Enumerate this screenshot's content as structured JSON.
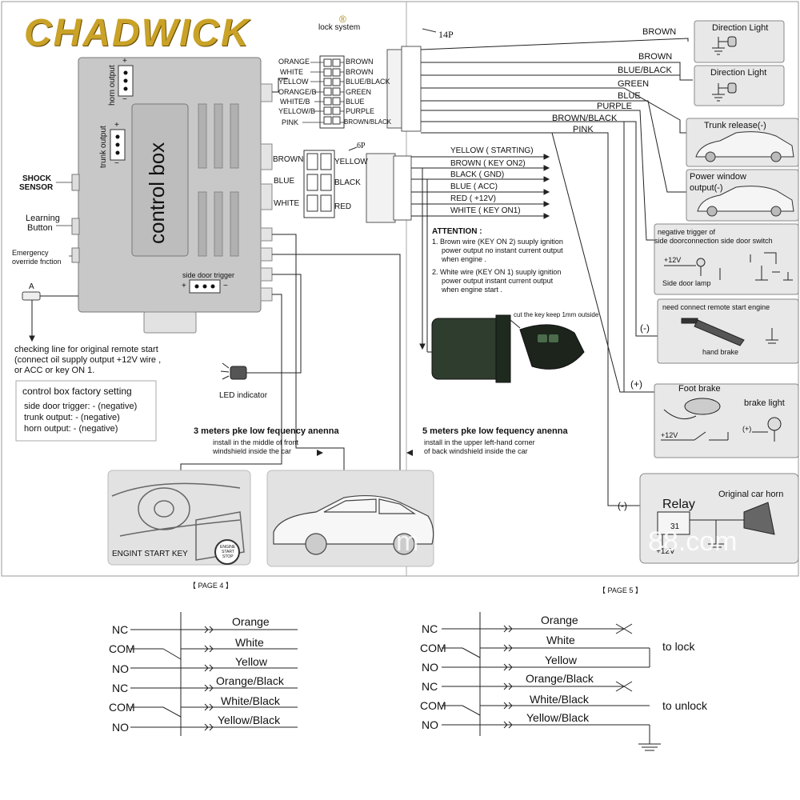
{
  "brand": {
    "logo_text": "CHADWICK",
    "trademark": "®"
  },
  "header": {
    "title_fragment": "lock system",
    "connector_14p": "14P",
    "connector_6p": "6P"
  },
  "control_box": {
    "label": "control box",
    "horn_output": "horn output",
    "trunk_output": "trunk output",
    "side_door_trigger": "side door trigger",
    "plus": "+",
    "minus": "−"
  },
  "left_labels": {
    "shock_sensor": [
      "SHOCK",
      "SENSOR"
    ],
    "learning_button": [
      "Learning",
      "Button"
    ],
    "emergency": [
      "Emergency",
      "override fnction"
    ],
    "point_a": "A",
    "checking": [
      "checking line for original remote start",
      "(connect oil supply output +12V wire ,",
      "or ACC or key ON 1."
    ]
  },
  "factory_setting": {
    "title": "control box factory setting",
    "rows": [
      "side door trigger: - (negative)",
      "trunk output: - (negative)",
      "horn output: - (negative)"
    ]
  },
  "led": {
    "label": "LED indicator"
  },
  "connector_14p_left": [
    "ORANGE",
    "WHITE",
    "YELLOW",
    "ORANGE/B",
    "WHITE/B",
    "YELLOW/B",
    "PINK"
  ],
  "connector_14p_right": [
    "BROWN",
    "BROWN",
    "BLUE/BLACK",
    "GREEN",
    "BLUE",
    "PURPLE",
    "BROWN/BLACK"
  ],
  "connector_6p_left": [
    "BROWN",
    "BLUE",
    "WHITE"
  ],
  "connector_6p_right": [
    "YELLOW",
    "BLACK",
    "RED"
  ],
  "harness_14p_wires": [
    "BROWN",
    "BROWN",
    "BLUE/BLACK",
    "GREEN",
    "BLUE",
    "PURPLE",
    "BROWN/BLACK",
    "PINK"
  ],
  "harness_6p_wires": [
    "YELLOW ( STARTING)",
    "BROWN ( KEY ON2)",
    "BLACK ( GND)",
    "BLUE ( ACC)",
    "RED ( +12V)",
    "WHITE ( KEY ON1)"
  ],
  "attention": {
    "title": "ATTENTION :",
    "items": [
      [
        "1. Brown wire (KEY  ON 2) suuply ignition",
        "power output no instant current output",
        "when engine ."
      ],
      [
        "2. White wire (KEY  ON 1) suuply ignition",
        "power output  instant current output",
        "when engine start ."
      ]
    ]
  },
  "key_note": "cut the key keep 1mm outside",
  "right_panels": {
    "direction_light_1": "Direction Light",
    "direction_light_2": "Direction Light",
    "trunk_release": "Trunk release(-)",
    "power_window": [
      "Power window",
      "output(-)"
    ],
    "side_door": {
      "title_1": "negative trigger of",
      "title_2": "side doorconnection  side door switch",
      "plus12": "+12V",
      "lamp": "Side door lamp"
    },
    "hand_brake": {
      "title": "need connect remote start engine",
      "minus": "(-)",
      "label": "hand brake"
    },
    "foot_brake": {
      "plus": "(+)",
      "title": "Foot brake",
      "light": "brake light",
      "plus12": "+12V",
      "plus_small": "(+)"
    },
    "horn": {
      "minus": "(-)",
      "relay": "Relay",
      "title": "Original car horn",
      "plus12": "+12V",
      "relay_pins": "31"
    }
  },
  "antennas": {
    "a3m_title": "3 meters pke low fequency anenna",
    "a3m_desc": [
      "install in the  middle of front",
      "windshield inside the car"
    ],
    "a5m_title": "5 meters pke low fequency anenna",
    "a5m_desc": [
      "install in the  upper left-hand corner",
      "of back windshield inside the car"
    ]
  },
  "start_key": {
    "label": "ENGINT START KEY",
    "button": [
      "ENGINE",
      "START",
      "STOP"
    ]
  },
  "watermark": {
    "left": "m",
    "right": "88.com"
  },
  "pages": {
    "page4": "【 PAGE 4 】",
    "page5": "【 PAGE 5 】"
  },
  "relay_left": {
    "pins": [
      "NC",
      "COM",
      "NO",
      "NC",
      "COM",
      "NO"
    ],
    "wires": [
      "Orange",
      "White",
      "Yellow",
      "Orange/Black",
      "White/Black",
      "Yellow/Black"
    ]
  },
  "relay_right": {
    "pins": [
      "NC",
      "COM",
      "NO",
      "NC",
      "COM",
      "NO"
    ],
    "wires": [
      "Orange",
      "White",
      "Yellow",
      "Orange/Black",
      "White/Black",
      "Yellow/Black"
    ],
    "to_lock": "to lock",
    "to_unlock": "to unlock"
  }
}
